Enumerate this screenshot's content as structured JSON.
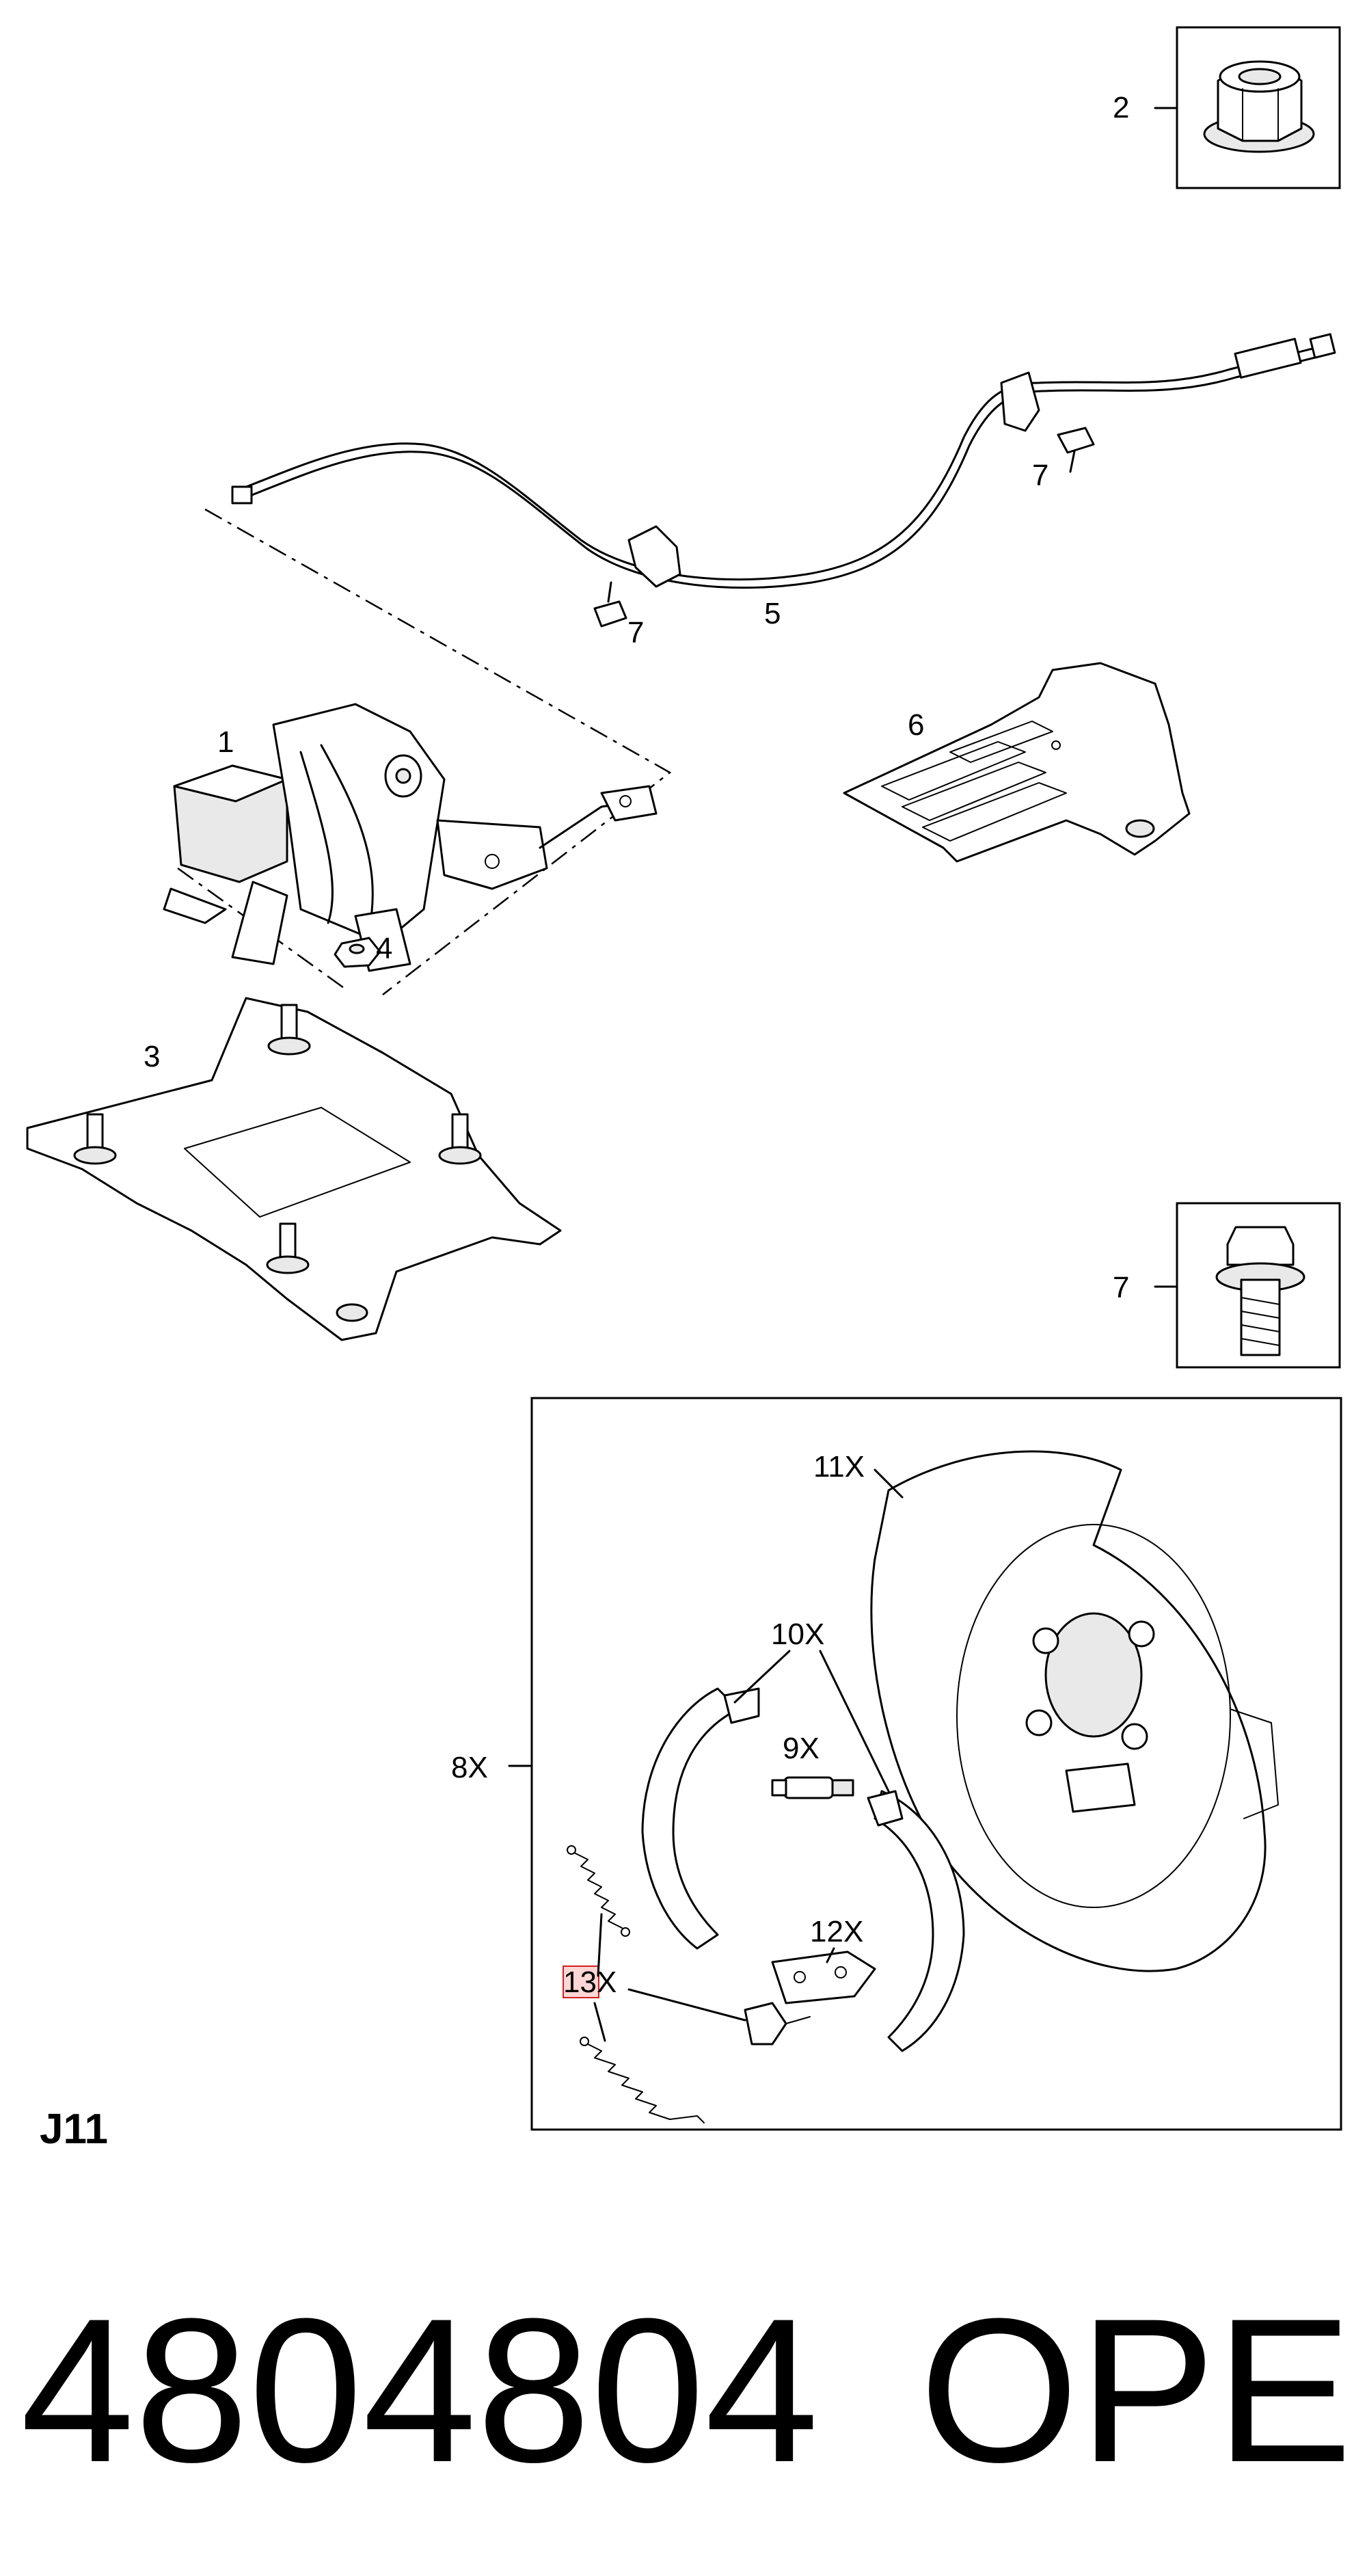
{
  "callouts": {
    "c1": "1",
    "c2": "2",
    "c3": "3",
    "c4": "4",
    "c5": "5",
    "c6": "6",
    "c7a": "7",
    "c7b": "7",
    "c7c": "7",
    "c8": "8X",
    "c9": "9X",
    "c10": "10X",
    "c11": "11X",
    "c12": "12X",
    "c13": "13X"
  },
  "section_code": "J11",
  "part_number": "4804804",
  "brand": "OPEL",
  "colors": {
    "line": "#000000",
    "background": "#ffffff",
    "highlight": "#d02020"
  }
}
